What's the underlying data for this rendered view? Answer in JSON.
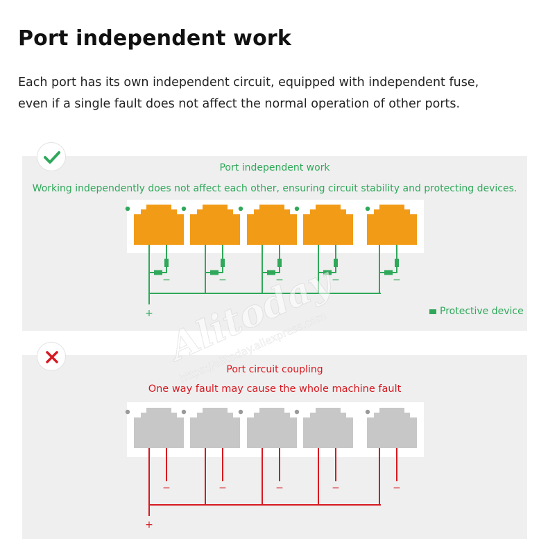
{
  "heading": "Port independent work",
  "description": {
    "line1": "Each port has its own independent circuit, equipped with independent fuse,",
    "line2": "even if a single fault does not affect the normal operation of other ports."
  },
  "good_example": {
    "badge_icon": "check-icon",
    "title": "Port independent work",
    "subtitle": "Working independently does not affect each other, ensuring circuit stability and protecting devices.",
    "legend_label": "Protective device",
    "plus_symbol": "+",
    "minus_symbol": "−",
    "port_color": "#f29b17",
    "wire_color": "#2fa85a",
    "port_count": 5
  },
  "bad_example": {
    "badge_icon": "cross-icon",
    "title": "Port circuit coupling",
    "subtitle": "One way fault may cause the whole machine fault",
    "plus_symbol": "+",
    "minus_symbol": "−",
    "port_color": "#c7c7c7",
    "wire_color": "#d71920",
    "port_count": 5
  },
  "watermark": {
    "brand": "Alitoday",
    "url": "https://alitoday.aliexpress.com"
  }
}
